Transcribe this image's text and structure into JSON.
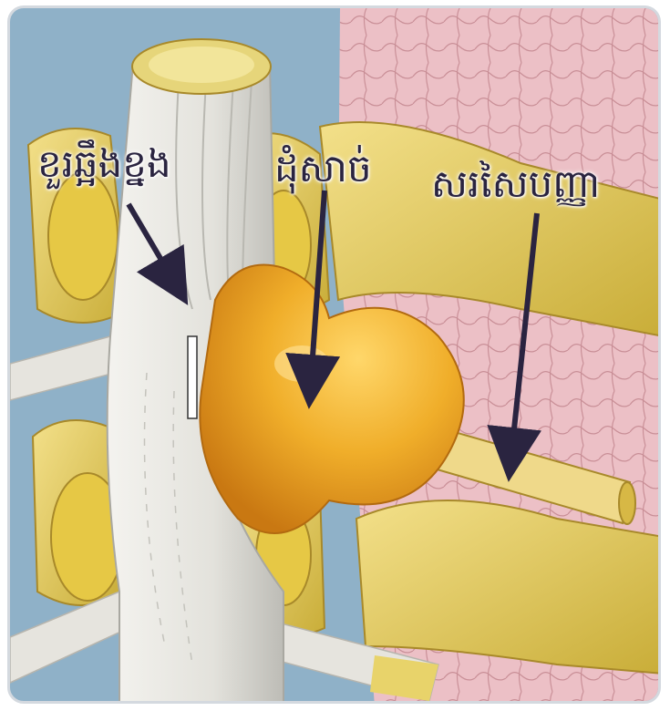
{
  "labels": {
    "spinal_cord": "ខួរឆ្អឹងខ្នង",
    "disc_herniation": "ដុំសាច់",
    "nerve": "សរសៃបញ្ញា"
  },
  "colors": {
    "background": "#8fb1c8",
    "cord": "#ecebe6",
    "bone": "#e8d36a",
    "disc": "#e4a21f",
    "ligament": "#ecc0c6",
    "arrow": "#2a2440"
  }
}
